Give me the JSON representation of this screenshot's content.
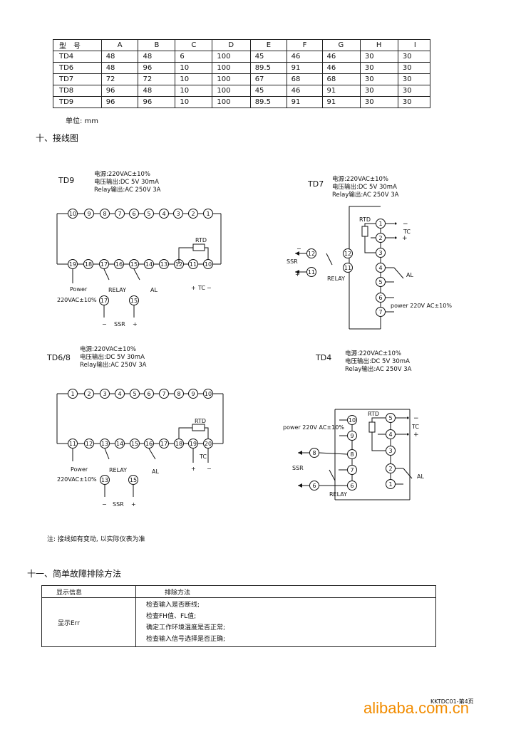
{
  "dims_table": {
    "headers": [
      "型　号",
      "A",
      "B",
      "C",
      "D",
      "E",
      "F",
      "G",
      "H",
      "I"
    ],
    "rows": [
      [
        "TD4",
        "48",
        "48",
        "6",
        "100",
        "45",
        "46",
        "46",
        "30",
        "30"
      ],
      [
        "TD6",
        "48",
        "96",
        "10",
        "100",
        "89.5",
        "91",
        "46",
        "30",
        "30"
      ],
      [
        "TD7",
        "72",
        "72",
        "10",
        "100",
        "67",
        "68",
        "68",
        "30",
        "30"
      ],
      [
        "TD8",
        "96",
        "48",
        "10",
        "100",
        "45",
        "46",
        "91",
        "30",
        "30"
      ],
      [
        "TD9",
        "96",
        "96",
        "10",
        "100",
        "89.5",
        "91",
        "91",
        "30",
        "30"
      ]
    ],
    "unit": "单位: mm"
  },
  "section10_title": "十、接线图",
  "spec": {
    "power": "电源:220VAC±10%",
    "voltage_out": "电压输出:DC 5V 30mA",
    "relay_out": "Relay输出:AC 250V 3A"
  },
  "diagrams": {
    "td9": {
      "title": "TD9",
      "top_terminals": [
        "10",
        "9",
        "8",
        "7",
        "6",
        "5",
        "4",
        "3",
        "2",
        "1"
      ],
      "bottom_terminals": [
        "19",
        "18",
        "17",
        "16",
        "15",
        "14",
        "13",
        "12",
        "11",
        "10"
      ],
      "power_terminals": [
        "17",
        "15"
      ],
      "labels": {
        "power": "Power",
        "relay": "RELAY",
        "al": "AL",
        "rtd": "RTD",
        "tc": "TC",
        "plus": "+",
        "minus": "−",
        "ssr": "SSR",
        "vac": "220VAC±10%"
      }
    },
    "td7": {
      "title": "TD7",
      "right_terminals": [
        "1",
        "2",
        "3",
        "4",
        "5",
        "6",
        "7"
      ],
      "left_terminals": [
        "12",
        "11"
      ],
      "labels": {
        "rtd": "RTD",
        "tc": "TC",
        "ssr": "SSR",
        "relay": "RELAY",
        "al": "AL",
        "power": "power 220V AC±10%",
        "plus": "+",
        "minus": "−"
      }
    },
    "td68": {
      "title": "TD6/8",
      "top_terminals": [
        "1",
        "2",
        "3",
        "4",
        "5",
        "6",
        "7",
        "8",
        "9",
        "10"
      ],
      "bottom_terminals": [
        "11",
        "12",
        "13",
        "14",
        "15",
        "16",
        "17",
        "18",
        "19",
        "20"
      ],
      "power_terminals": [
        "13",
        "15"
      ],
      "labels": {
        "power": "Power",
        "relay": "RELAY",
        "al": "AL",
        "rtd": "RTD",
        "tc": "TC",
        "plus": "+",
        "minus": "−",
        "ssr": "SSR",
        "vac": "220VAC±10%"
      }
    },
    "td4": {
      "title": "TD4",
      "left_terminals": [
        "10",
        "9",
        "8",
        "7",
        "6"
      ],
      "right_terminals": [
        "5",
        "4",
        "3",
        "2",
        "1"
      ],
      "labels": {
        "rtd": "RTD",
        "tc": "TC",
        "ssr": "SSR",
        "relay": "RELAY",
        "al": "AL",
        "power": "power 220V AC±10%",
        "plus": "+",
        "minus": "−",
        "out_ssr": "8",
        "out_relay": "6"
      }
    }
  },
  "note": "注: 接线如有变动, 以实际仪表为准",
  "section11_title": "十一、简单故障排除方法",
  "fault_table": {
    "headers": [
      "显示信息",
      "排除方法"
    ],
    "display": "显示Err",
    "methods": [
      "检查输入是否断线;",
      "检查FH值、FL值;",
      "确定工作环境温度是否正常;",
      "检查输入信号选择是否正确;"
    ]
  },
  "footer": "KKTDC01-第4页",
  "watermark": "alibaba.com.cn"
}
